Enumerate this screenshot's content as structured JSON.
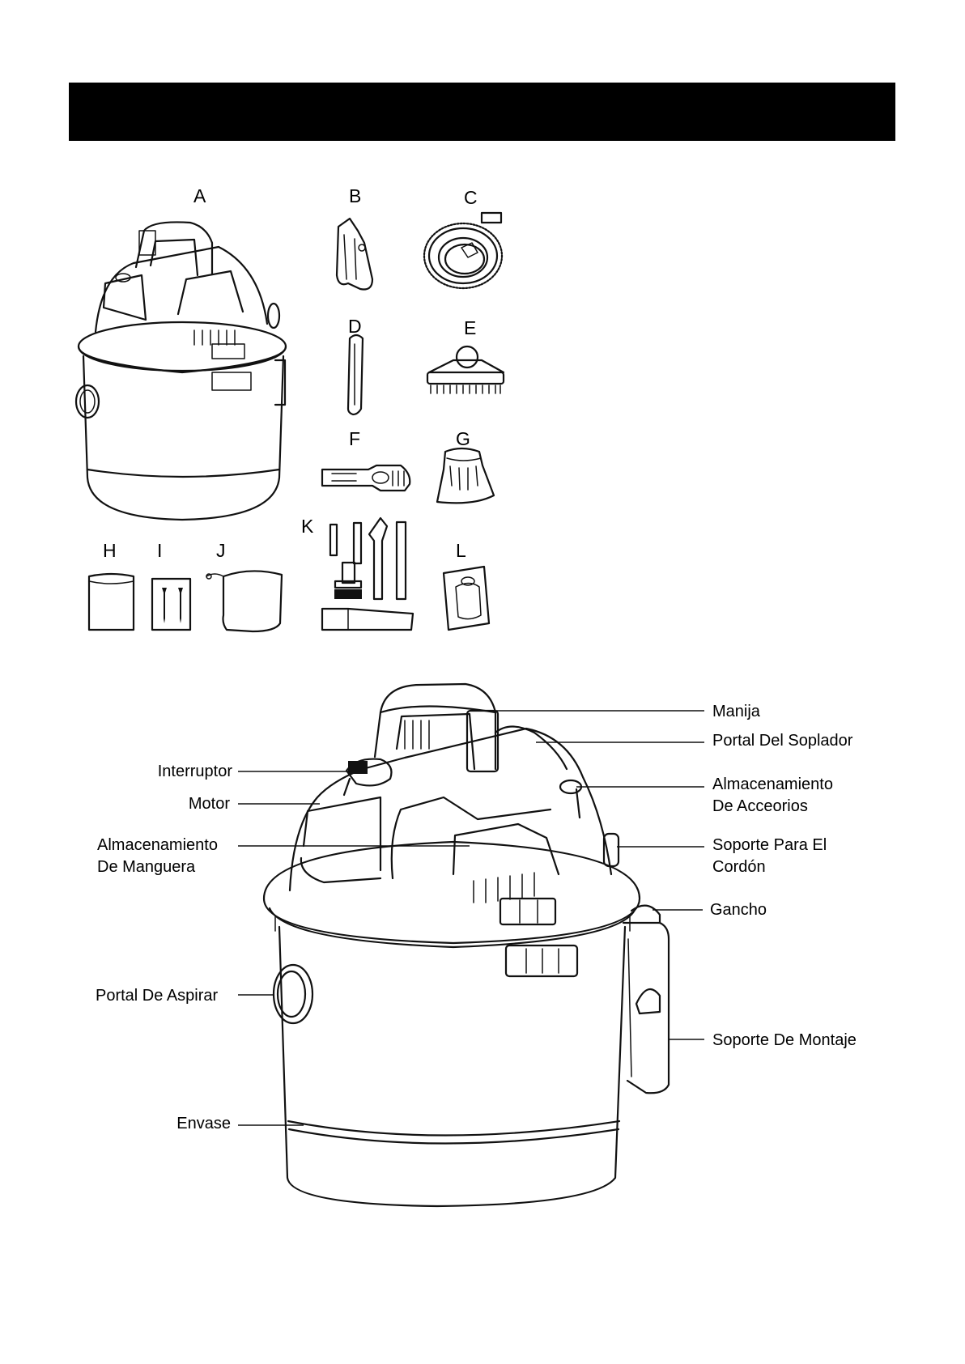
{
  "header": {
    "title": ""
  },
  "parts": [
    {
      "letter": "A"
    },
    {
      "letter": "B"
    },
    {
      "letter": "C"
    },
    {
      "letter": "D"
    },
    {
      "letter": "E"
    },
    {
      "letter": "F"
    },
    {
      "letter": "G"
    },
    {
      "letter": "H"
    },
    {
      "letter": "I"
    },
    {
      "letter": "J"
    },
    {
      "letter": "K"
    },
    {
      "letter": "L"
    }
  ],
  "callouts_left": [
    {
      "text": "Interruptor"
    },
    {
      "text": "Motor"
    },
    {
      "text": "Almacenamiento\nDe Manguera"
    },
    {
      "text": "Portal De Aspirar"
    },
    {
      "text": "Envase"
    }
  ],
  "callouts_right": [
    {
      "text": "Manija"
    },
    {
      "text": "Portal Del Soplador"
    },
    {
      "text": "Almacenamiento\nDe Acceorios"
    },
    {
      "text": "Soporte Para El\nCordón"
    },
    {
      "text": "Gancho"
    },
    {
      "text": "Soporte De Montaje"
    }
  ]
}
